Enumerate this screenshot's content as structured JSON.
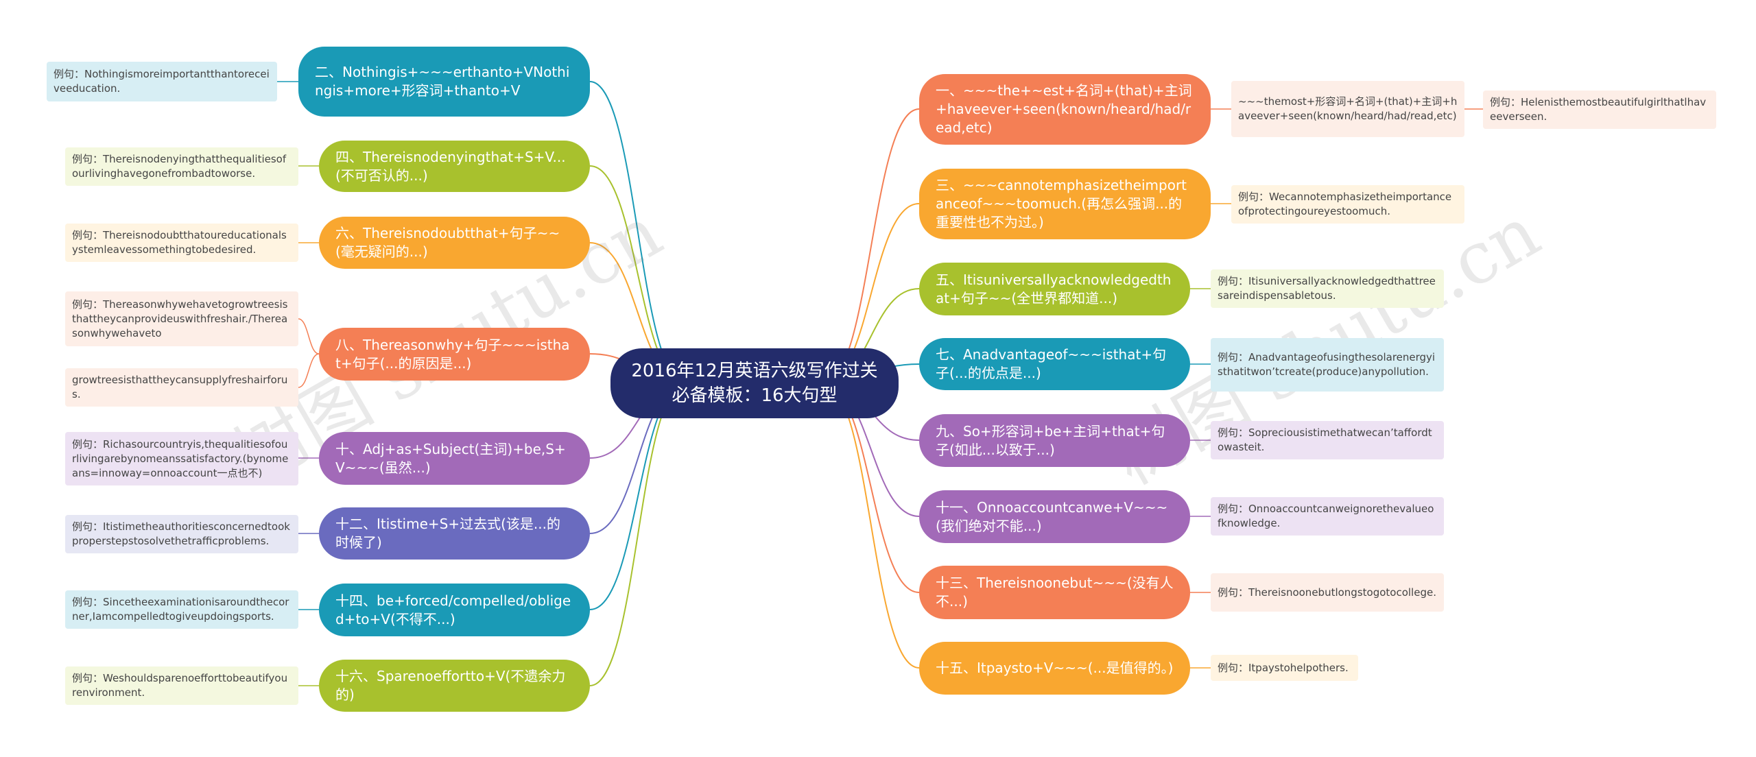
{
  "root": {
    "title": "2016年12月英语六级写作过关必备模板：16大句型"
  },
  "watermark": {
    "text": "树图 shutu.cn"
  },
  "colors": {
    "orange": "#f47f55",
    "amber": "#f9a730",
    "lime": "#a8c12d",
    "teal": "#1a9ab6",
    "purple": "#a26ab8",
    "indigo": "#6a6bbf",
    "orangeLeaf": "#fdeee7",
    "amberLeaf": "#fff4e1",
    "limeLeaf": "#f4f8df",
    "tealLeaf": "#d7eef4",
    "purpleLeaf": "#ede2f3",
    "indigoLeaf": "#e6e7f4"
  },
  "nodes": {
    "n1": {
      "label": "一、~~~the+~est+名词+(that)+主词+haveever+seen(known/heard/had/read,etc)"
    },
    "n1a": {
      "label": "~~~themost+形容词+名词+(that)+主词+haveever+seen(known/heard/had/read,etc)"
    },
    "n1ex": {
      "label": "例句：Helenisthemostbeautifulgirlthatlhaveeverseen."
    },
    "n2": {
      "label": "二、Nothingis+~~~erthanto+VNothingis+more+形容词+thanto+V"
    },
    "n2ex": {
      "label": "例句：Nothingismoreimportantthantoreceiveeducation."
    },
    "n3": {
      "label": "三、~~~cannotemphasizetheimportanceof~~~toomuch.(再怎么强调...的重要性也不为过。)"
    },
    "n3ex": {
      "label": "例句：Wecannotemphasizetheimportanceofprotectingoureyestoomuch."
    },
    "n4": {
      "label": "四、Thereisnodenyingthat+S+V...(不可否认的...)"
    },
    "n4ex": {
      "label": "例句：Thereisnodenyingthatthequalitiesofourlivinghavegonefrombadtoworse."
    },
    "n5": {
      "label": "五、Itisuniversallyacknowledgedthat+句子~~(全世界都知道...)"
    },
    "n5ex": {
      "label": "例句：Itisuniversallyacknowledgedthattreesareindispensabletous."
    },
    "n6": {
      "label": "六、Thereisnodoubtthat+句子~~(毫无疑问的...)"
    },
    "n6ex": {
      "label": "例句：Thereisnodoubtthatoureducationalsystemleavessomethingtobedesired."
    },
    "n7": {
      "label": "七、Anadvantageof~~~isthat+句子(...的优点是...)"
    },
    "n7ex": {
      "label": "例句：Anadvantageofusingthesolarenergyisthatitwon’tcreate(produce)anypollution."
    },
    "n8": {
      "label": "八、Thereasonwhy+句子~~~isthat+句子(...的原因是...)"
    },
    "n8ex1": {
      "label": "例句：Thereasonwhywehavetogrowtreesisthattheycanprovideuswithfreshair./Thereasonwhywehaveto"
    },
    "n8ex2": {
      "label": "growtreesisthattheycansupplyfreshairforus."
    },
    "n9": {
      "label": "九、So+形容词+be+主词+that+句子(如此...以致于...)"
    },
    "n9ex": {
      "label": "例句：Sopreciousistimethatwecan’taffordtowasteit."
    },
    "n10": {
      "label": "十、Adj+as+Subject(主词)+be,S+V~~~(虽然...)"
    },
    "n10ex": {
      "label": "例句：Richasourcountryis,thequalitiesofourlivingarebynomeanssatisfactory.(bynomeans=innoway=onnoaccount一点也不)"
    },
    "n11": {
      "label": "十一、Onnoaccountcanwe+V~~~(我们绝对不能...)"
    },
    "n11ex": {
      "label": "例句：Onnoaccountcanweignorethevalueofknowledge."
    },
    "n12": {
      "label": "十二、Itistime+S+过去式(该是...的时候了)"
    },
    "n12ex": {
      "label": "例句：Itistimetheauthoritiesconcernedtookproperstepstosolvethetrafficproblems."
    },
    "n13": {
      "label": "十三、Thereisnoonebut~~~(没有人不...)"
    },
    "n13ex": {
      "label": "例句：Thereisnoonebutlongstogotocollege."
    },
    "n14": {
      "label": "十四、be+forced/compelled/obliged+to+V(不得不...)"
    },
    "n14ex": {
      "label": "例句：Sincetheexaminationisaroundthecorner,Iamcompelledtogiveupdoingsports."
    },
    "n15": {
      "label": "十五、Itpaysto+V~~~(...是值得的。)"
    },
    "n15ex": {
      "label": "例句：Itpaystohelpothers."
    },
    "n16": {
      "label": "十六、Sparenoeffortto+V(不遗余力的)"
    },
    "n16ex": {
      "label": "例句：Weshouldsparenoefforttobeautifyourenvironment."
    }
  }
}
